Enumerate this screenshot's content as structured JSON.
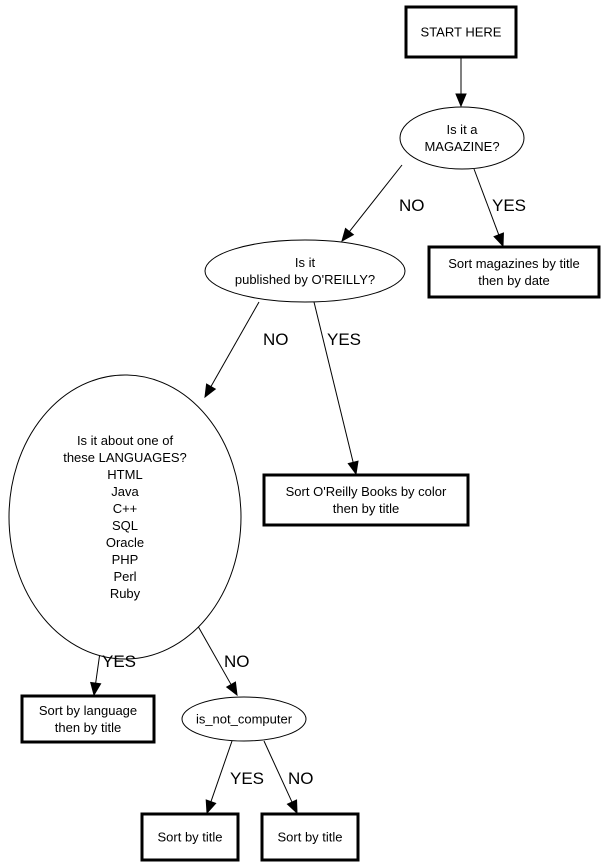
{
  "title": "Book sorting decision flowchart",
  "colors": {
    "stroke": "#000000",
    "background": "#ffffff",
    "text": "#000000"
  },
  "nodes": {
    "start": {
      "shape": "box",
      "lines": [
        "START HERE"
      ]
    },
    "magazine": {
      "shape": "ellipse",
      "lines": [
        "Is it a",
        "MAGAZINE?"
      ]
    },
    "sort_magazines": {
      "shape": "box",
      "lines": [
        "Sort magazines by title",
        "then by date"
      ]
    },
    "oreilly": {
      "shape": "ellipse",
      "lines": [
        "Is it",
        "published by O'REILLY?"
      ]
    },
    "sort_oreilly": {
      "shape": "box",
      "lines": [
        "Sort O'Reilly Books by color",
        "then by title"
      ]
    },
    "languages": {
      "shape": "ellipse",
      "lines": [
        "Is it about one of",
        "these LANGUAGES?",
        "HTML",
        "Java",
        "C++",
        "SQL",
        "Oracle",
        "PHP",
        "Perl",
        "Ruby"
      ]
    },
    "sort_language": {
      "shape": "box",
      "lines": [
        "Sort by language",
        "then by title"
      ]
    },
    "is_not_computer": {
      "shape": "ellipse",
      "lines": [
        "is_not_computer"
      ]
    },
    "sort_title_yes": {
      "shape": "box",
      "lines": [
        "Sort by title"
      ]
    },
    "sort_title_no": {
      "shape": "box",
      "lines": [
        "Sort by title"
      ]
    }
  },
  "edges": [
    {
      "from": "start",
      "to": "magazine",
      "label": ""
    },
    {
      "from": "magazine",
      "to": "oreilly",
      "label": "NO"
    },
    {
      "from": "magazine",
      "to": "sort_magazines",
      "label": "YES"
    },
    {
      "from": "oreilly",
      "to": "languages",
      "label": "NO"
    },
    {
      "from": "oreilly",
      "to": "sort_oreilly",
      "label": "YES"
    },
    {
      "from": "languages",
      "to": "sort_language",
      "label": "YES"
    },
    {
      "from": "languages",
      "to": "is_not_computer",
      "label": "NO"
    },
    {
      "from": "is_not_computer",
      "to": "sort_title_yes",
      "label": "YES"
    },
    {
      "from": "is_not_computer",
      "to": "sort_title_no",
      "label": "NO"
    }
  ]
}
